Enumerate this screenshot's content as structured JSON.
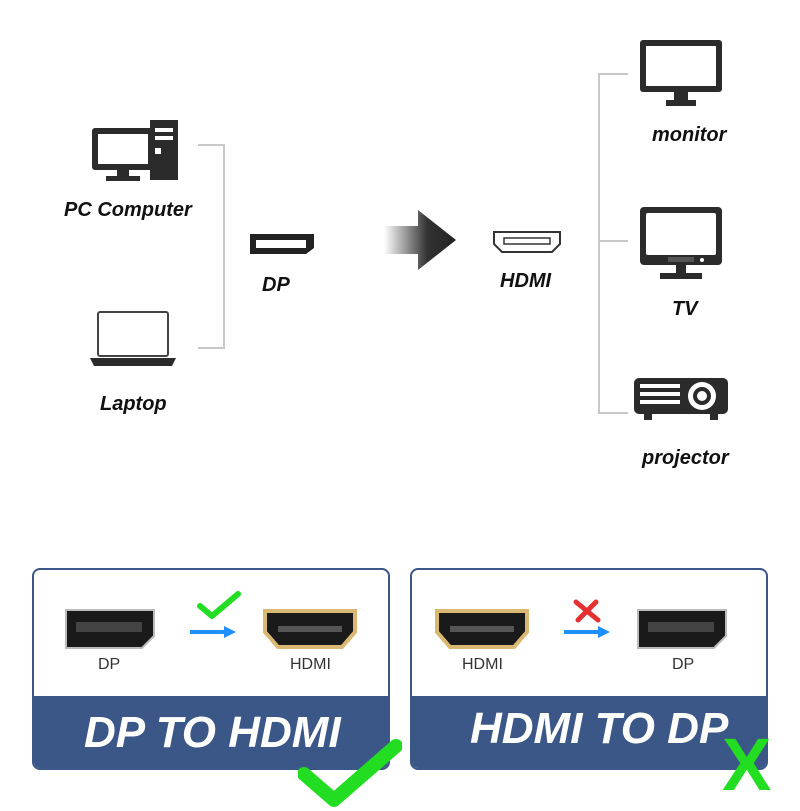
{
  "sources": {
    "pc_label": "PC Computer",
    "laptop_label": "Laptop"
  },
  "input_label": "DP",
  "output_label": "HDMI",
  "displays": {
    "monitor_label": "monitor",
    "tv_label": "TV",
    "projector_label": "projector"
  },
  "cards": {
    "supported": {
      "from_label": "DP",
      "to_label": "HDMI",
      "banner": "DP TO HDMI"
    },
    "unsupported": {
      "from_label": "HDMI",
      "to_label": "DP",
      "banner": "HDMI TO DP",
      "mark": "X"
    }
  },
  "colors": {
    "banner": "#3b5787",
    "check": "#22dd22",
    "cross": "#e53030",
    "arrow": "#1e90ff",
    "gold": "#d9b872"
  }
}
